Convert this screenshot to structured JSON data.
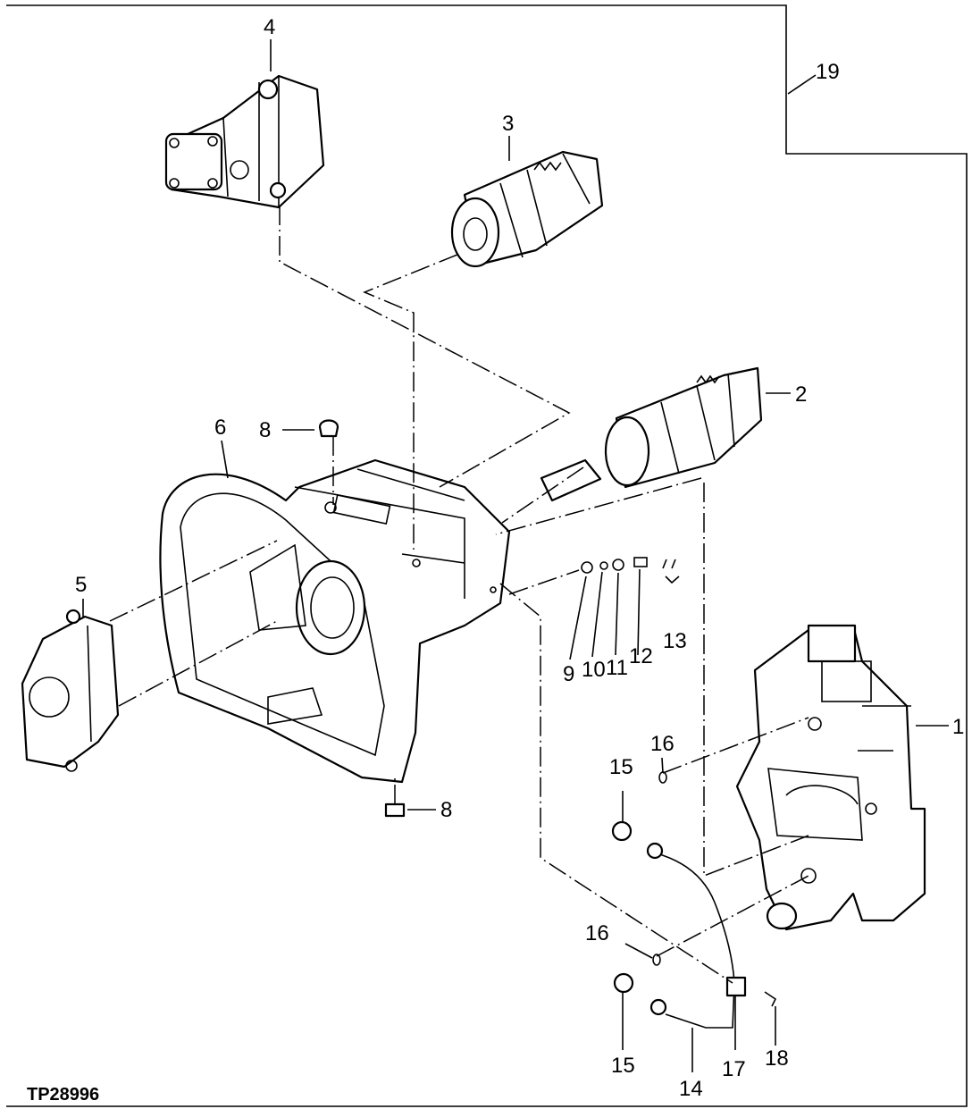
{
  "figure_code": "TP28996",
  "callouts": {
    "c1": "1",
    "c2": "2",
    "c3": "3",
    "c4": "4",
    "c5": "5",
    "c6": "6",
    "c8a": "8",
    "c8b": "8",
    "c9": "9",
    "c10": "10",
    "c11": "11",
    "c12": "12",
    "c13": "13",
    "c14": "14",
    "c15a": "15",
    "c15b": "15",
    "c16a": "16",
    "c16b": "16",
    "c17": "17",
    "c18": "18",
    "c19": "19"
  }
}
